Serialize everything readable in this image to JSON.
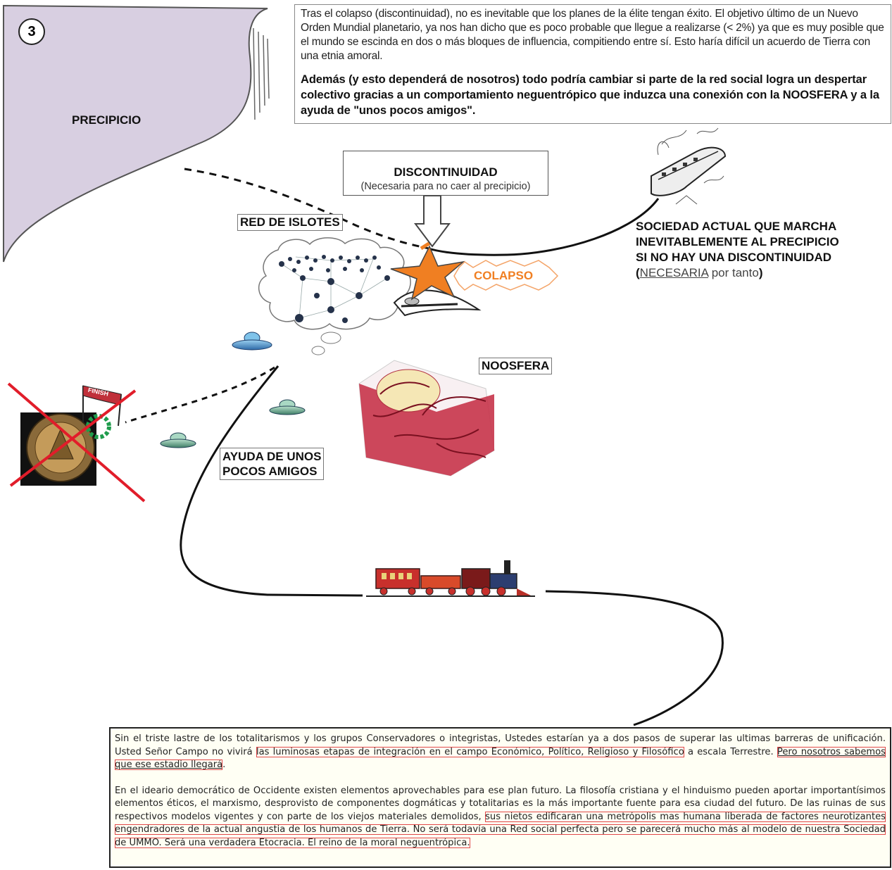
{
  "step_number": "3",
  "precipice_label": "PRECIPICIO",
  "top_text": {
    "paragraph1": "Tras el colapso (discontinuidad), no es inevitable que los planes de la élite tengan éxito. El objetivo último de un Nuevo Orden Mundial planetario, ya nos han dicho que es poco probable que llegue a realizarse (< 2%) ya que es muy posible que el mundo se escinda en dos o más bloques de influencia, compitiendo entre sí. Esto haría difícil un acuerdo de Tierra con una etnia amoral.",
    "paragraph2": "Además (y esto dependerá de nosotros) todo podría cambiar si parte de la red social logra un despertar colectivo gracias a un comportamiento neguentrópico que induzca una conexión con la NOOSFERA y a la ayuda de \"unos pocos amigos\"."
  },
  "discontinuity": {
    "title": "DISCONTINUIDAD",
    "subtitle": "(Necesaria para no caer al precipicio)"
  },
  "islands_label": "RED DE ISLOTES",
  "collapse_label": "COLAPSO",
  "society": {
    "line1": "SOCIEDAD ACTUAL QUE MARCHA",
    "line2": "INEVITABLEMENTE AL PRECIPICIO",
    "line3": "SI NO HAY UNA DISCONTINUIDAD",
    "paren_open": "(",
    "necessary": "NECESARIA",
    "tail": " por tanto",
    "paren_close": ")"
  },
  "noosphere_label": "NOOSFERA",
  "friends_label": {
    "line1": "AYUDA DE UNOS",
    "line2": "POCOS AMIGOS"
  },
  "finish_flag_text": "FINISH",
  "bottom_text": {
    "p1_a": "Sin el triste lastre de los totalitarismos y los grupos Conservadores o integristas, Ustedes estarían ya a dos pasos de superar las ultimas barreras de unificación. Usted Señor Campo no vivirá ",
    "p1_hl": "las luminosas etapas de integración en el campo Económico, Político, Religioso y Filosófico",
    "p1_b": " a escala Terrestre. ",
    "p1_ul": "Pero nosotros sabemos que ese estadio llegará",
    "p1_end": ".",
    "p2_a": "En el ideario democrático de Occidente existen elementos aprovechables para ese plan futuro. La filosofía cristiana y el hinduismo pueden aportar importantísimos elementos éticos, el marxismo, desprovisto de componentes dogmáticas y totalitarias es la más importante fuente para esa ciudad del futuro. De las ruinas de sus respectivos modelos vigentes y con parte de los viejos materiales demolidos, ",
    "p2_hl": "sus nietos edificaran una metrópolis mas humana liberada de factores neurotizantes engendradores de la actual angustia de los humanos de Tierra. No será todavía una Red social perfecta pero se parecerá mucho más al modelo de nuestra Sociedad de UMMO. Será una verdadera Etocracia. El reino de la moral neguentrópica."
  },
  "colors": {
    "precipice_fill": "#d8cfe1",
    "star_fill": "#f07f22",
    "collapse_text": "#f07f22",
    "highlight_outline": "#e04848",
    "cross": "#e11d2a"
  }
}
